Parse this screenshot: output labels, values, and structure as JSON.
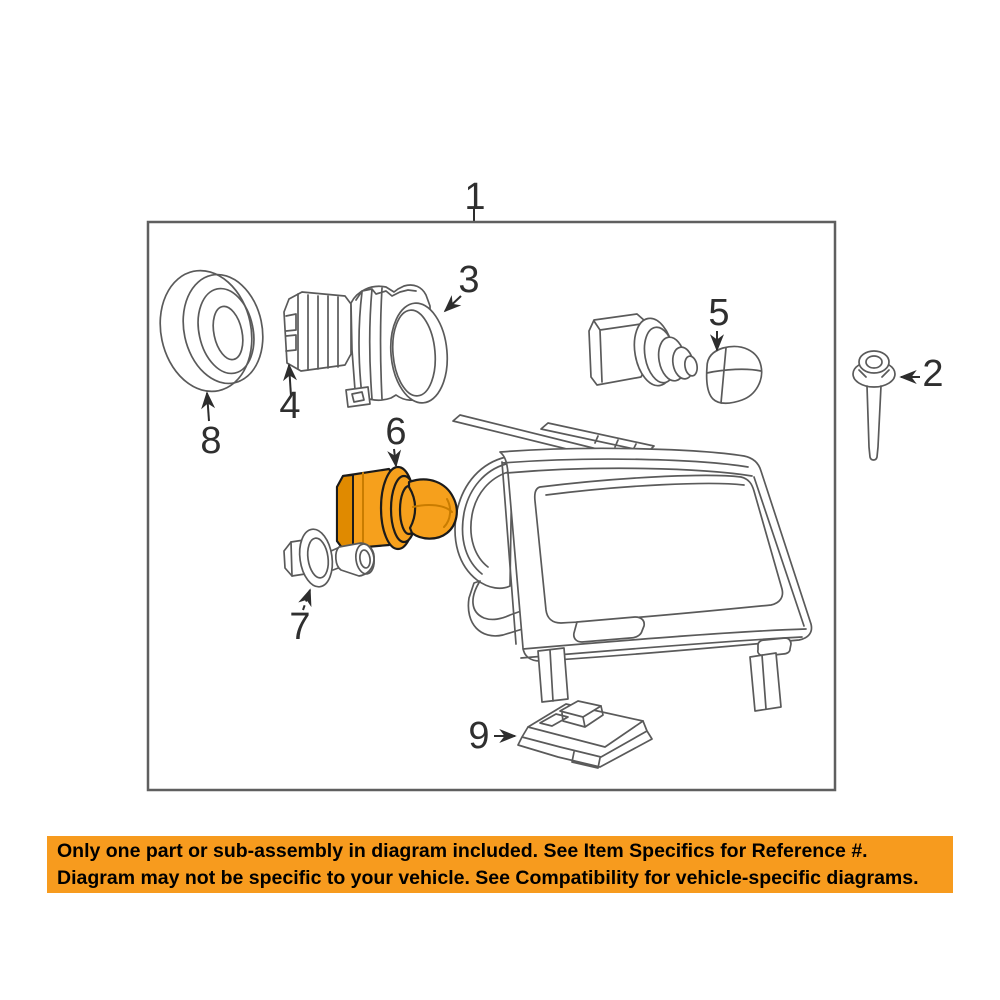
{
  "diagram": {
    "line_color": "#5a5a5a",
    "highlight_color": "#F6A01C",
    "labels": {
      "p1": "1",
      "p2": "2",
      "p3": "3",
      "p4": "4",
      "p5": "5",
      "p6": "6",
      "p7": "7",
      "p8": "8",
      "p9": "9"
    }
  },
  "banner": {
    "background_color": "#F79B1E",
    "text_color": "#000000",
    "line1": "Only one part or sub-assembly in diagram included. See Item Specifics for Reference #.",
    "line2": "Diagram may not be specific to your vehicle. See Compatibility for vehicle-specific diagrams."
  }
}
